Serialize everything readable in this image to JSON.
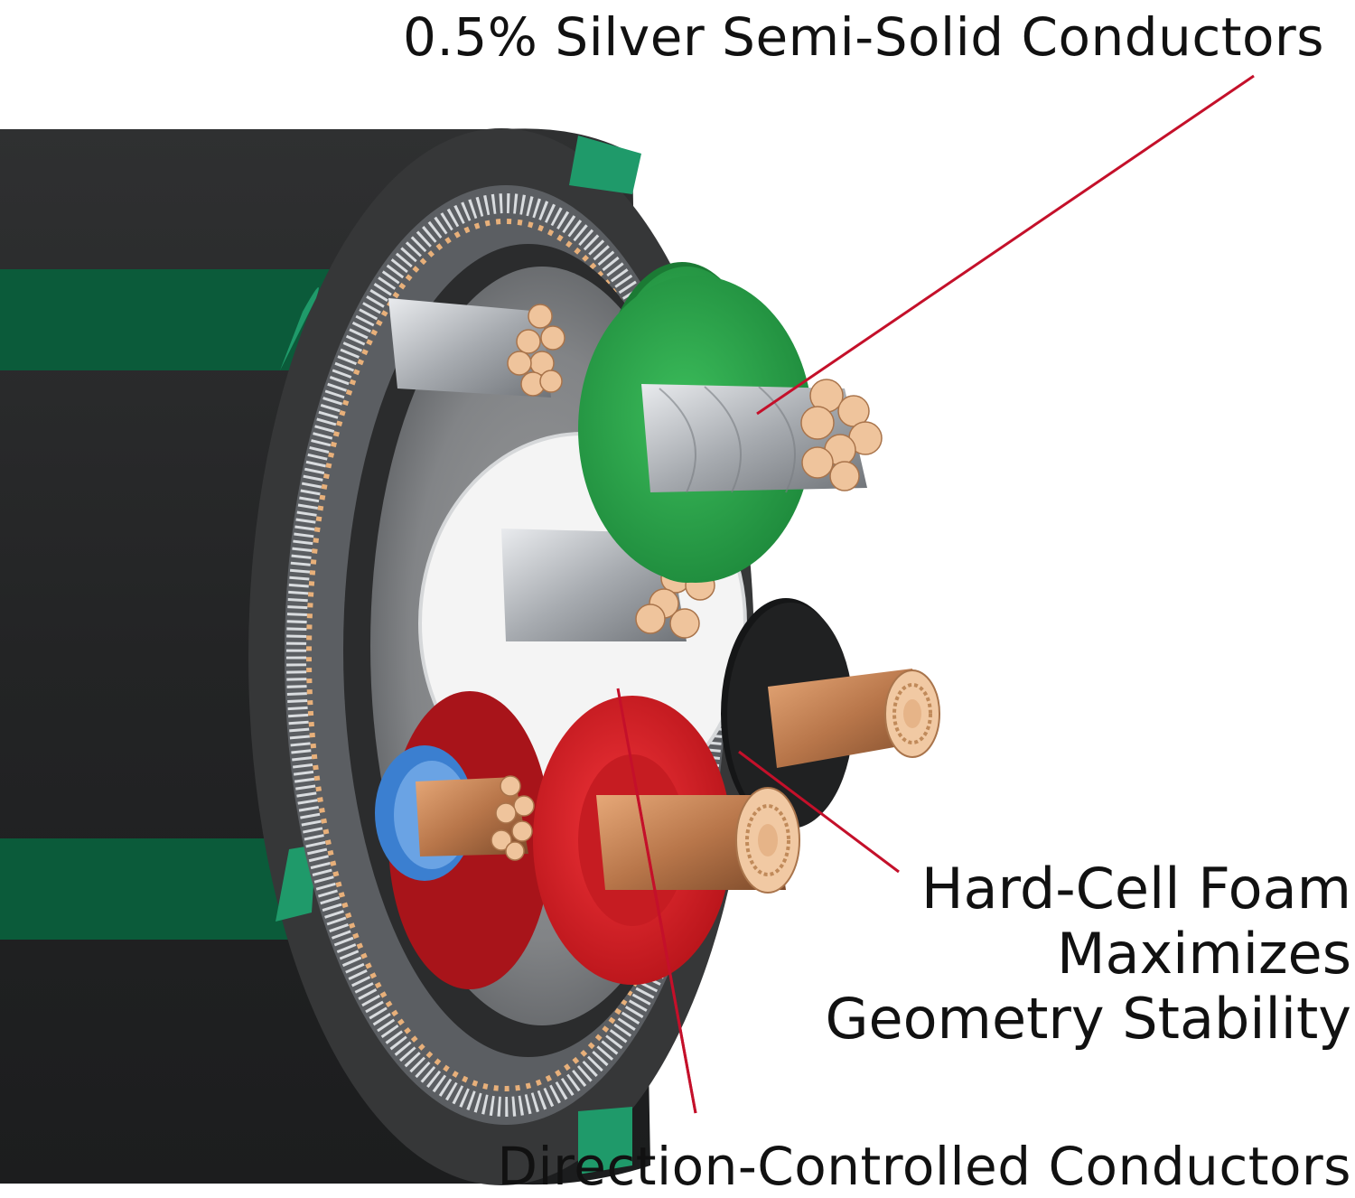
{
  "labels": {
    "silver_conductors": "0.5% Silver Semi-Solid Conductors",
    "foam_line1": "Hard-Cell Foam",
    "foam_line2": "Maximizes",
    "foam_line3": "Geometry Stability",
    "direction_conductors": "Direction-Controlled Conductors"
  },
  "colors": {
    "jacket": "#2a2b2c",
    "jacket_green": "#0b5b3a",
    "core_green": "#25a24a",
    "core_red": "#e21d22",
    "core_blue": "#3b7fd0",
    "core_white": "#f4f4f4",
    "silver": "#b9bcc0",
    "copper": "#c98c58",
    "copper_end": "#f1c9a3",
    "leader_line": "#c4102a"
  },
  "icons": {
    "cable": "cable-cross-section-illustration"
  }
}
